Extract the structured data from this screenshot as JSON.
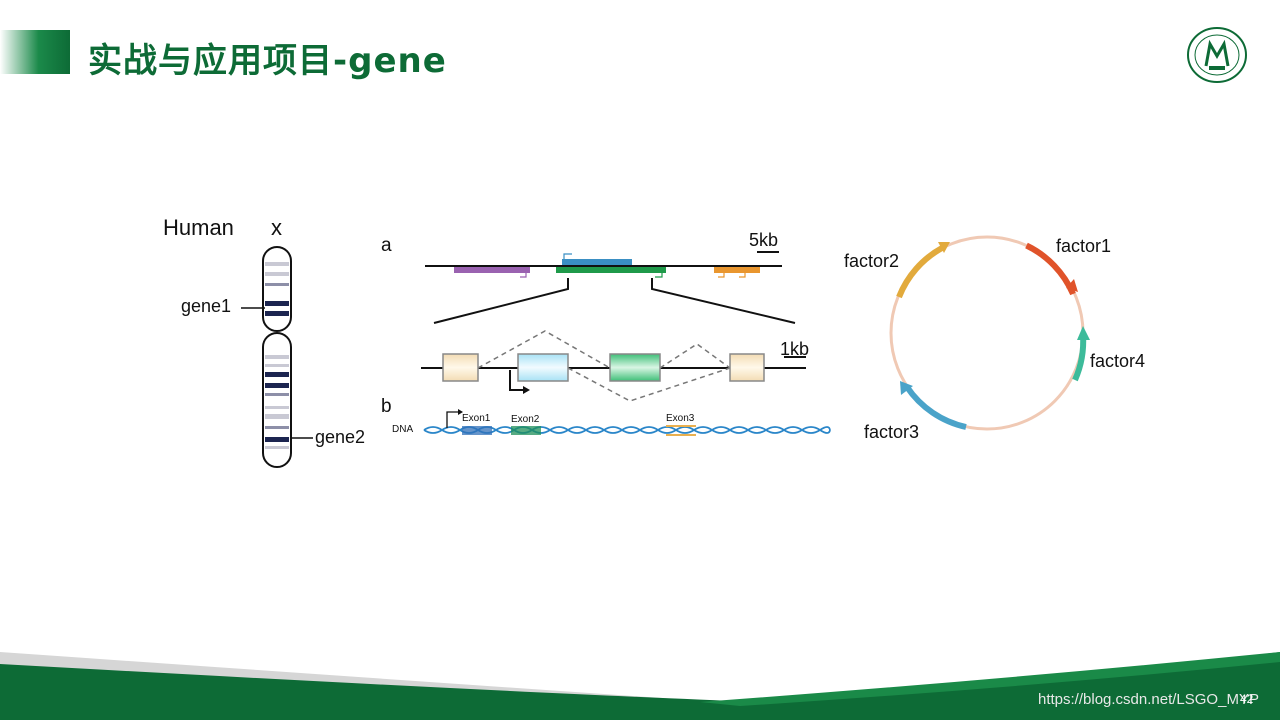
{
  "slide": {
    "title": "实战与应用项目-gene",
    "page_number": "42",
    "watermark": "https://blog.csdn.net/LSGO_MYP"
  },
  "colors": {
    "brand_green": "#0d6b36",
    "factor1": "#e0532a",
    "factor2": "#e2aa3c",
    "factor3": "#4aa3c9",
    "factor4": "#3dbb9a",
    "plasmid_ring": "#f0c9b4"
  },
  "chromosome": {
    "species_label": "Human",
    "chrom_label": "x",
    "gene1_label": "gene1",
    "gene2_label": "gene2"
  },
  "gene_structure": {
    "panel_a_label": "a",
    "panel_b_label": "b",
    "scale_top": "5kb",
    "scale_mid": "1kb",
    "dna_label": "DNA",
    "exon1": "Exon1",
    "exon2": "Exon2",
    "exon3": "Exon3"
  },
  "plasmid": {
    "factor1": "factor1",
    "factor2": "factor2",
    "factor3": "factor3",
    "factor4": "factor4"
  }
}
